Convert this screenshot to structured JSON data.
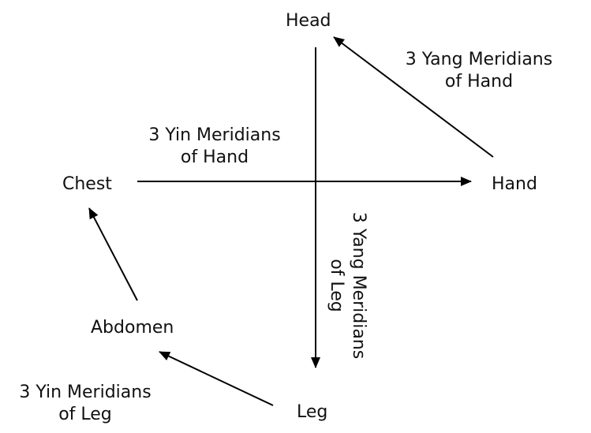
{
  "nodes": {
    "head": "Head",
    "hand": "Hand",
    "chest": "Chest",
    "abdomen": "Abdomen",
    "leg": "Leg"
  },
  "labels": {
    "yang_hand": [
      "3 Yang Meridians",
      "of Hand"
    ],
    "yin_hand": [
      "3 Yin Meridians",
      "of Hand"
    ],
    "yang_leg": [
      "3 Yang Meridians",
      "of Leg"
    ],
    "yin_leg": [
      "3 Yin Meridians",
      "of Leg"
    ]
  },
  "colors": {
    "line": "#000000",
    "text": "#111111"
  }
}
